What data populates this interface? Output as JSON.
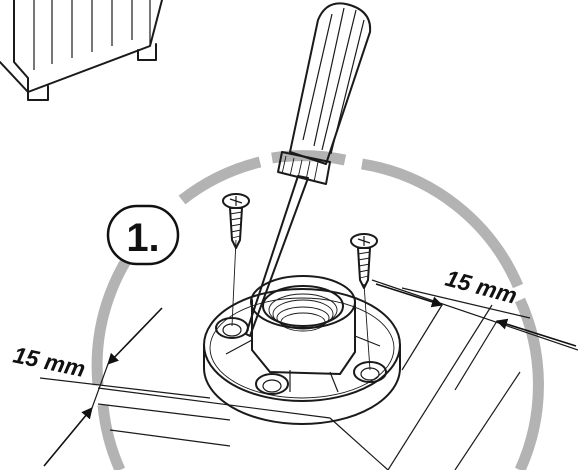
{
  "step": {
    "label": "1."
  },
  "dimensions": {
    "right_label": "15 mm",
    "left_label": "15 mm"
  },
  "colors": {
    "ring": "#b3b3b3",
    "ink": "#1a1a1a",
    "background": "#ffffff"
  },
  "icons": [
    "cabinet-thumbnail",
    "screwdriver-icon",
    "screw-icon",
    "foot-mount-icon"
  ]
}
